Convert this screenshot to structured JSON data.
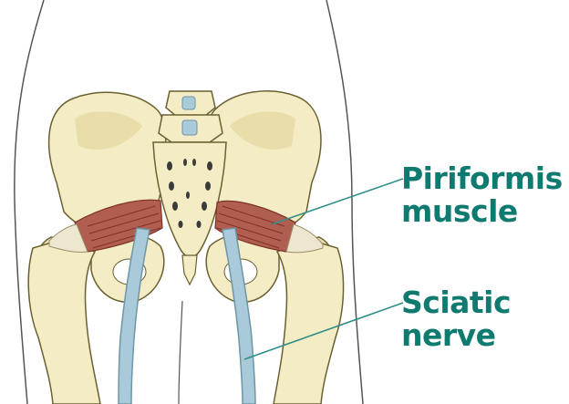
{
  "labels": {
    "piriformis": {
      "line1": "Piriformis",
      "line2": "muscle"
    },
    "sciatic": {
      "line1": "Sciatic",
      "line2": "nerve"
    }
  },
  "colors": {
    "label_text": "#0f7a6f",
    "leader_line": "#2f8f86",
    "bone_fill": "#f3ecc4",
    "bone_shade": "#e4d79e",
    "muscle_fill": "#b05e4f",
    "muscle_striation": "#7c3228",
    "nerve_fill": "#a9cbd9",
    "nerve_outline": "#6f95a6",
    "body_outline": "#555555",
    "foramen_dark": "#3b3b3b"
  }
}
